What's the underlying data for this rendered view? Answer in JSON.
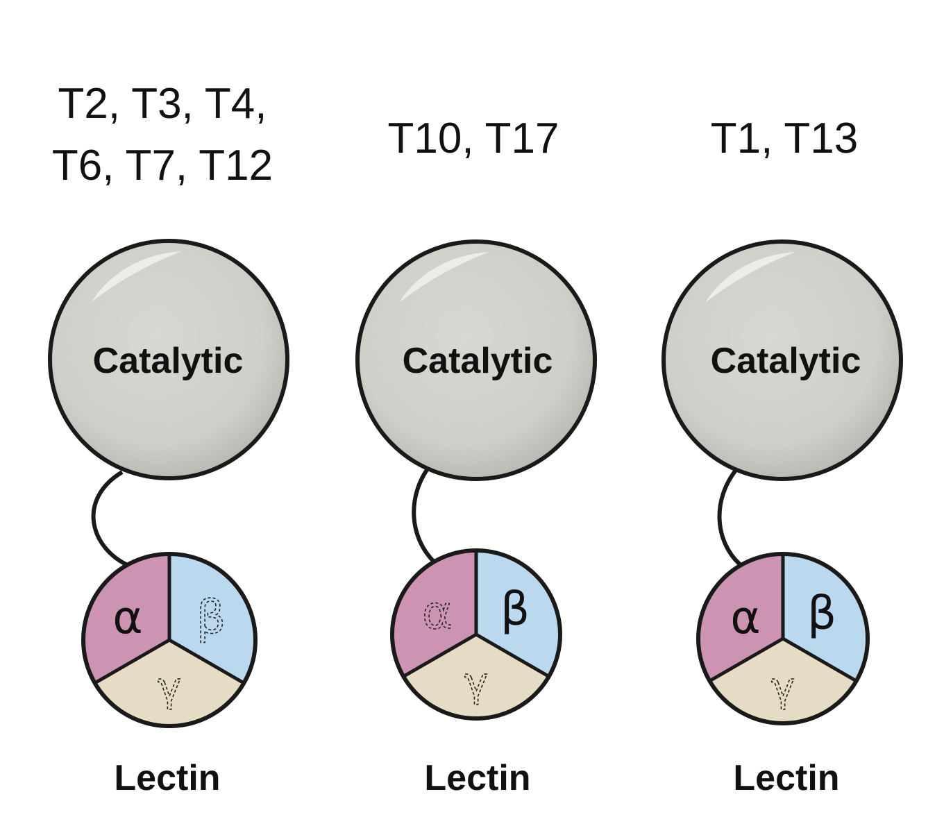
{
  "colors": {
    "catalytic_fill": "#cfd1ca",
    "catalytic_shade": "#b7b8b1",
    "alpha_fill": "#cc93b3",
    "beta_fill": "#bad9ef",
    "gamma_fill": "#e6dbc4",
    "outline": "#1a1a1a"
  },
  "panels": [
    {
      "isoform_lines": [
        "T2, T3, T4,",
        "T6, T7, T12"
      ],
      "catalytic_label": "Catalytic",
      "lectin_label": "Lectin",
      "alpha": {
        "symbol": "α",
        "active": true
      },
      "beta": {
        "symbol": "β",
        "active": false
      },
      "gamma": {
        "symbol": "γ",
        "active": false
      }
    },
    {
      "isoform_lines": [
        "T10, T17"
      ],
      "catalytic_label": "Catalytic",
      "lectin_label": "Lectin",
      "alpha": {
        "symbol": "α",
        "active": false
      },
      "beta": {
        "symbol": "β",
        "active": true
      },
      "gamma": {
        "symbol": "γ",
        "active": false
      }
    },
    {
      "isoform_lines": [
        "T1, T13"
      ],
      "catalytic_label": "Catalytic",
      "lectin_label": "Lectin",
      "alpha": {
        "symbol": "α",
        "active": true
      },
      "beta": {
        "symbol": "β",
        "active": true
      },
      "gamma": {
        "symbol": "γ",
        "active": false
      }
    }
  ]
}
